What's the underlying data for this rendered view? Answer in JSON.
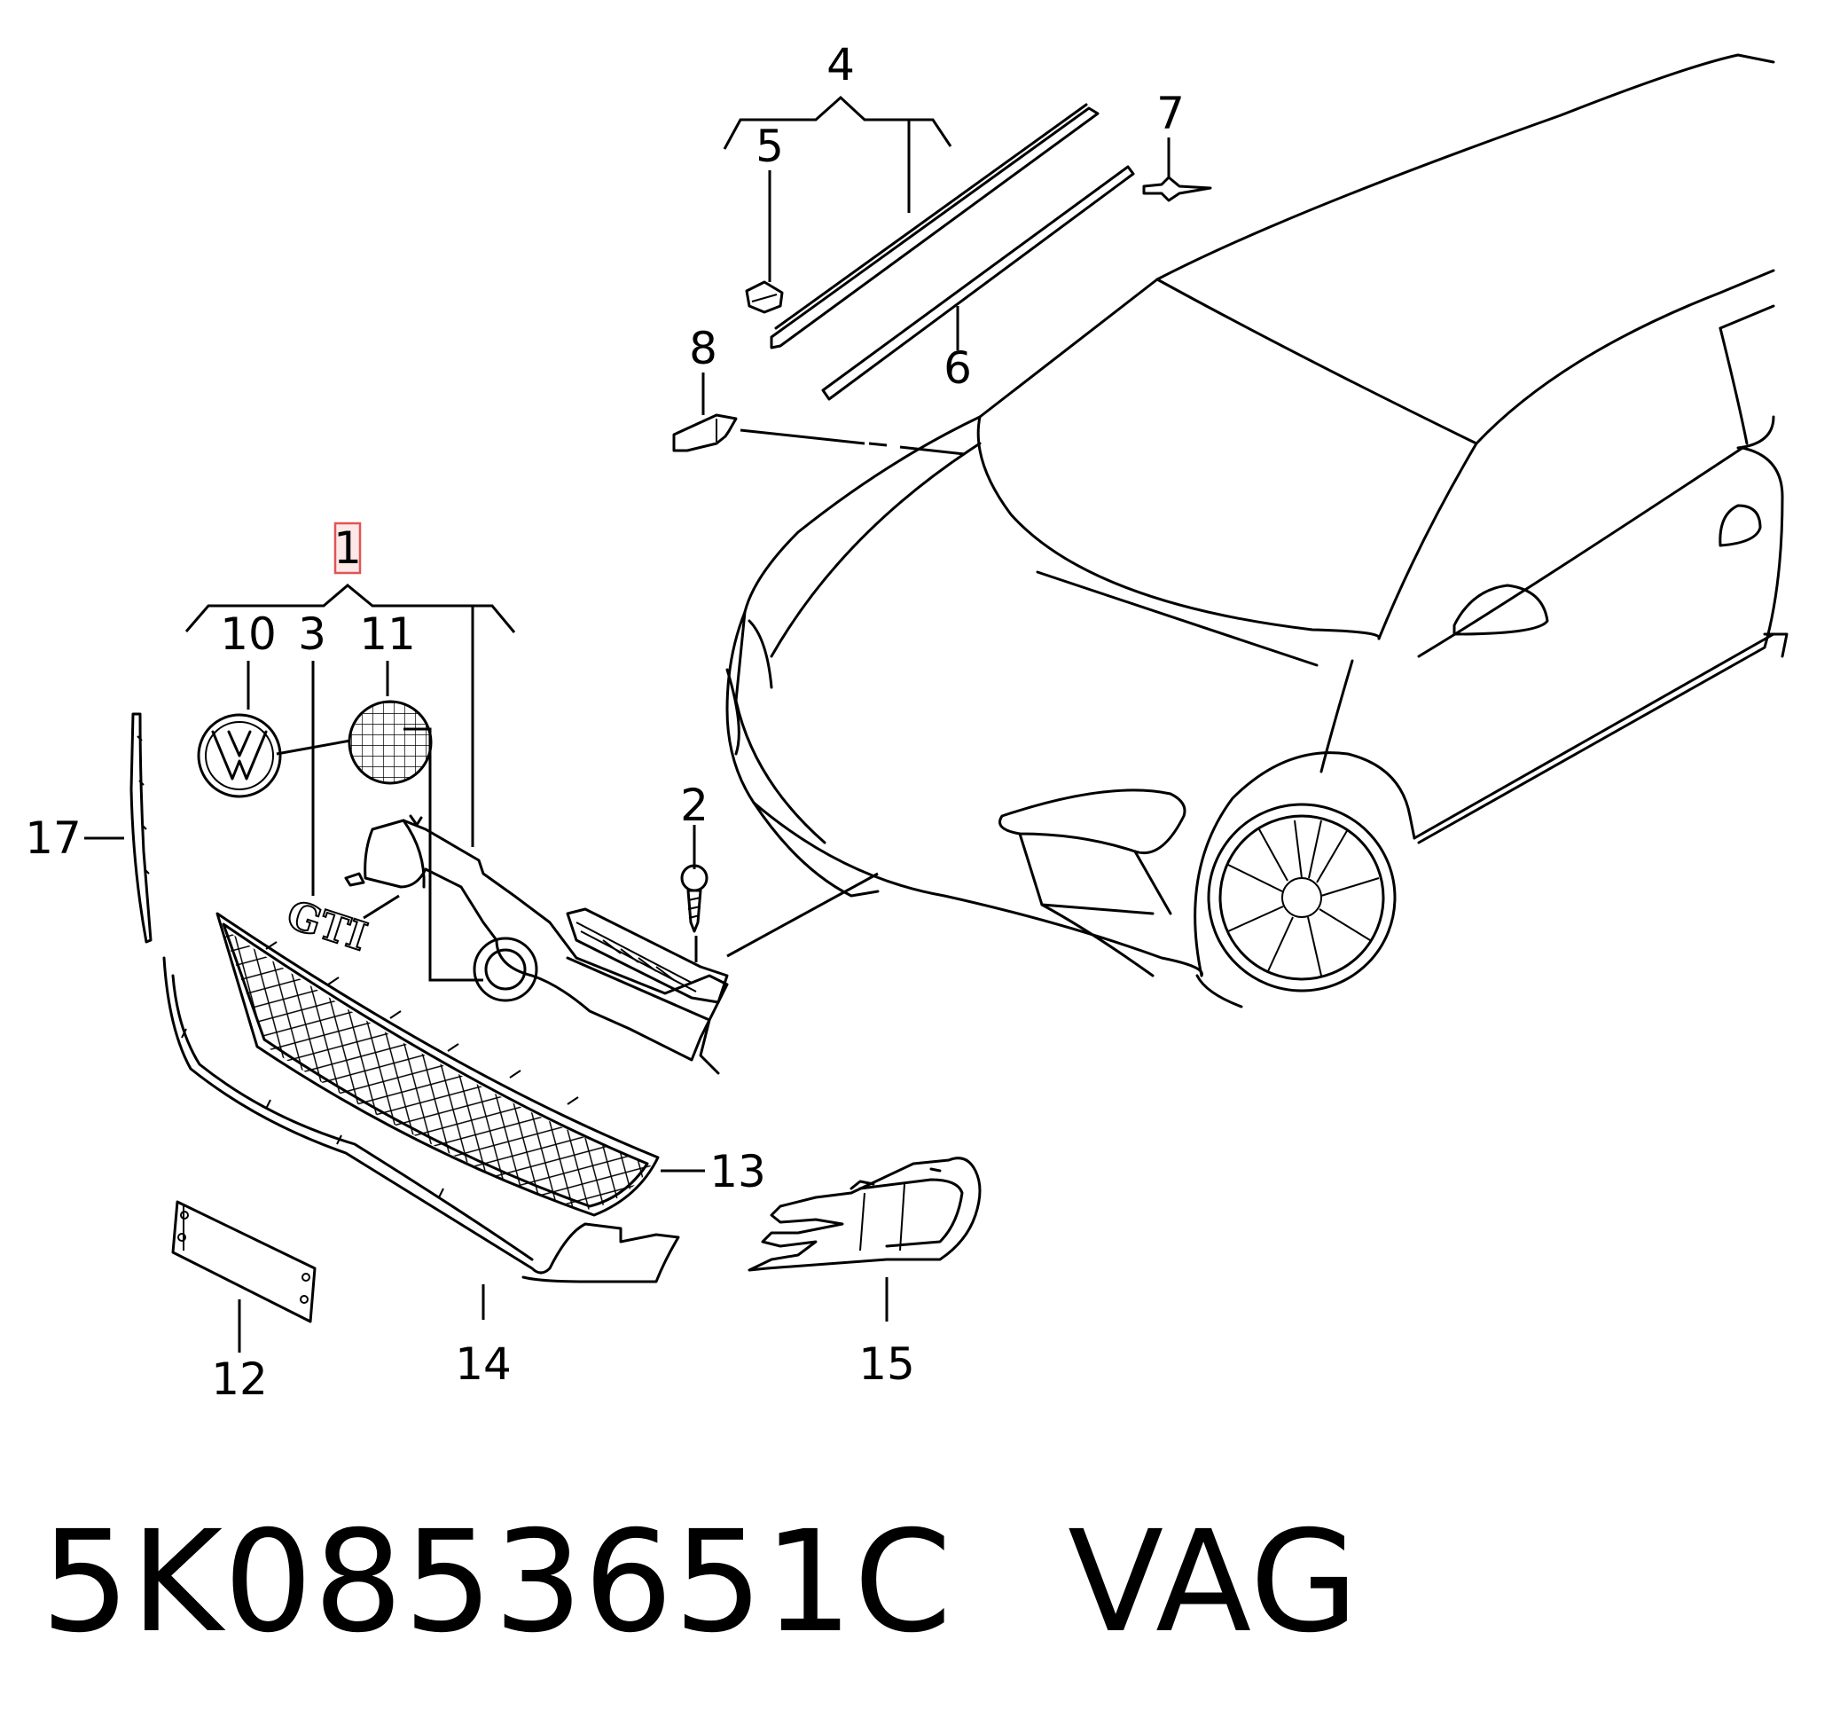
{
  "callouts": {
    "c1": "1",
    "c2": "2",
    "c3": "3",
    "c4": "4",
    "c5": "5",
    "c6": "6",
    "c7": "7",
    "c8": "8",
    "c10": "10",
    "c11": "11",
    "c12": "12",
    "c13": "13",
    "c14": "14",
    "c15": "15",
    "c17": "17"
  },
  "badge_text": "GTI",
  "highlight_color": "#e05555",
  "caption": {
    "part_number": "5K0853651C",
    "brand": "VAG"
  }
}
